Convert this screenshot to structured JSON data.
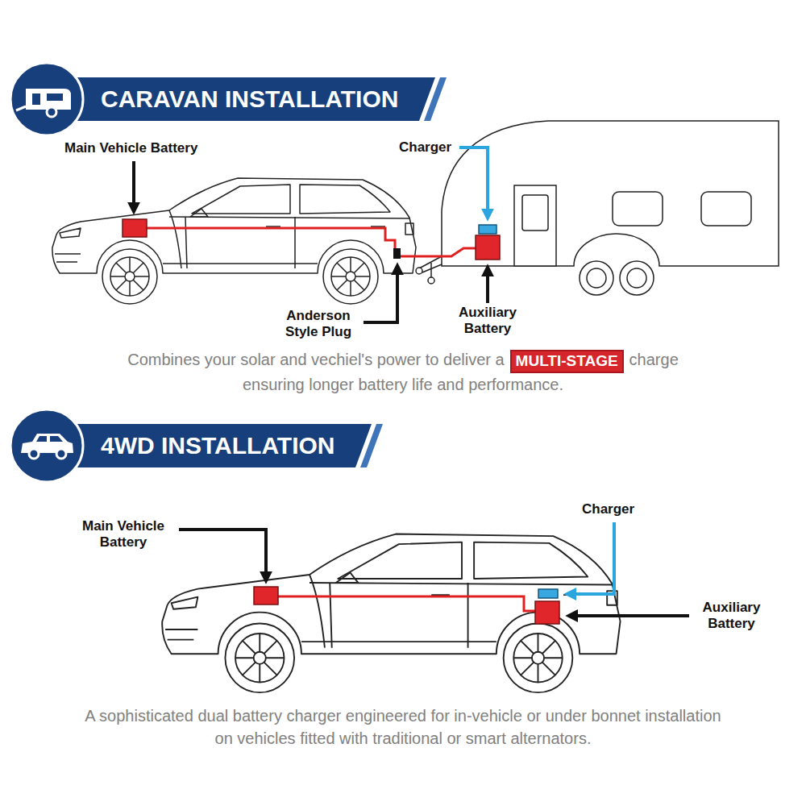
{
  "diagram": {
    "nodes": [
      {
        "text": [
          "CARAVAN INSTALLATION"
        ]
      },
      {
        "text": [
          "MULTI-STAGE"
        ]
      },
      {
        "text": [
          "4WD INSTALLATION"
        ]
      }
    ],
    "labels": [
      "Main Vehicle Battery",
      "Charger",
      "Anderson Style Plug",
      "Auxiliary Battery",
      "Combines your solar and vechiel's power to deliver a",
      "charge",
      "ensuring longer battery life and performance.",
      "Main Vehicle Battery",
      "Charger",
      "Auxiliary Battery",
      "A sophisticated dual battery charger engineered for in-vehicle or under bonnet installation on vehicles fitted with traditional or smart alternators."
    ]
  }
}
